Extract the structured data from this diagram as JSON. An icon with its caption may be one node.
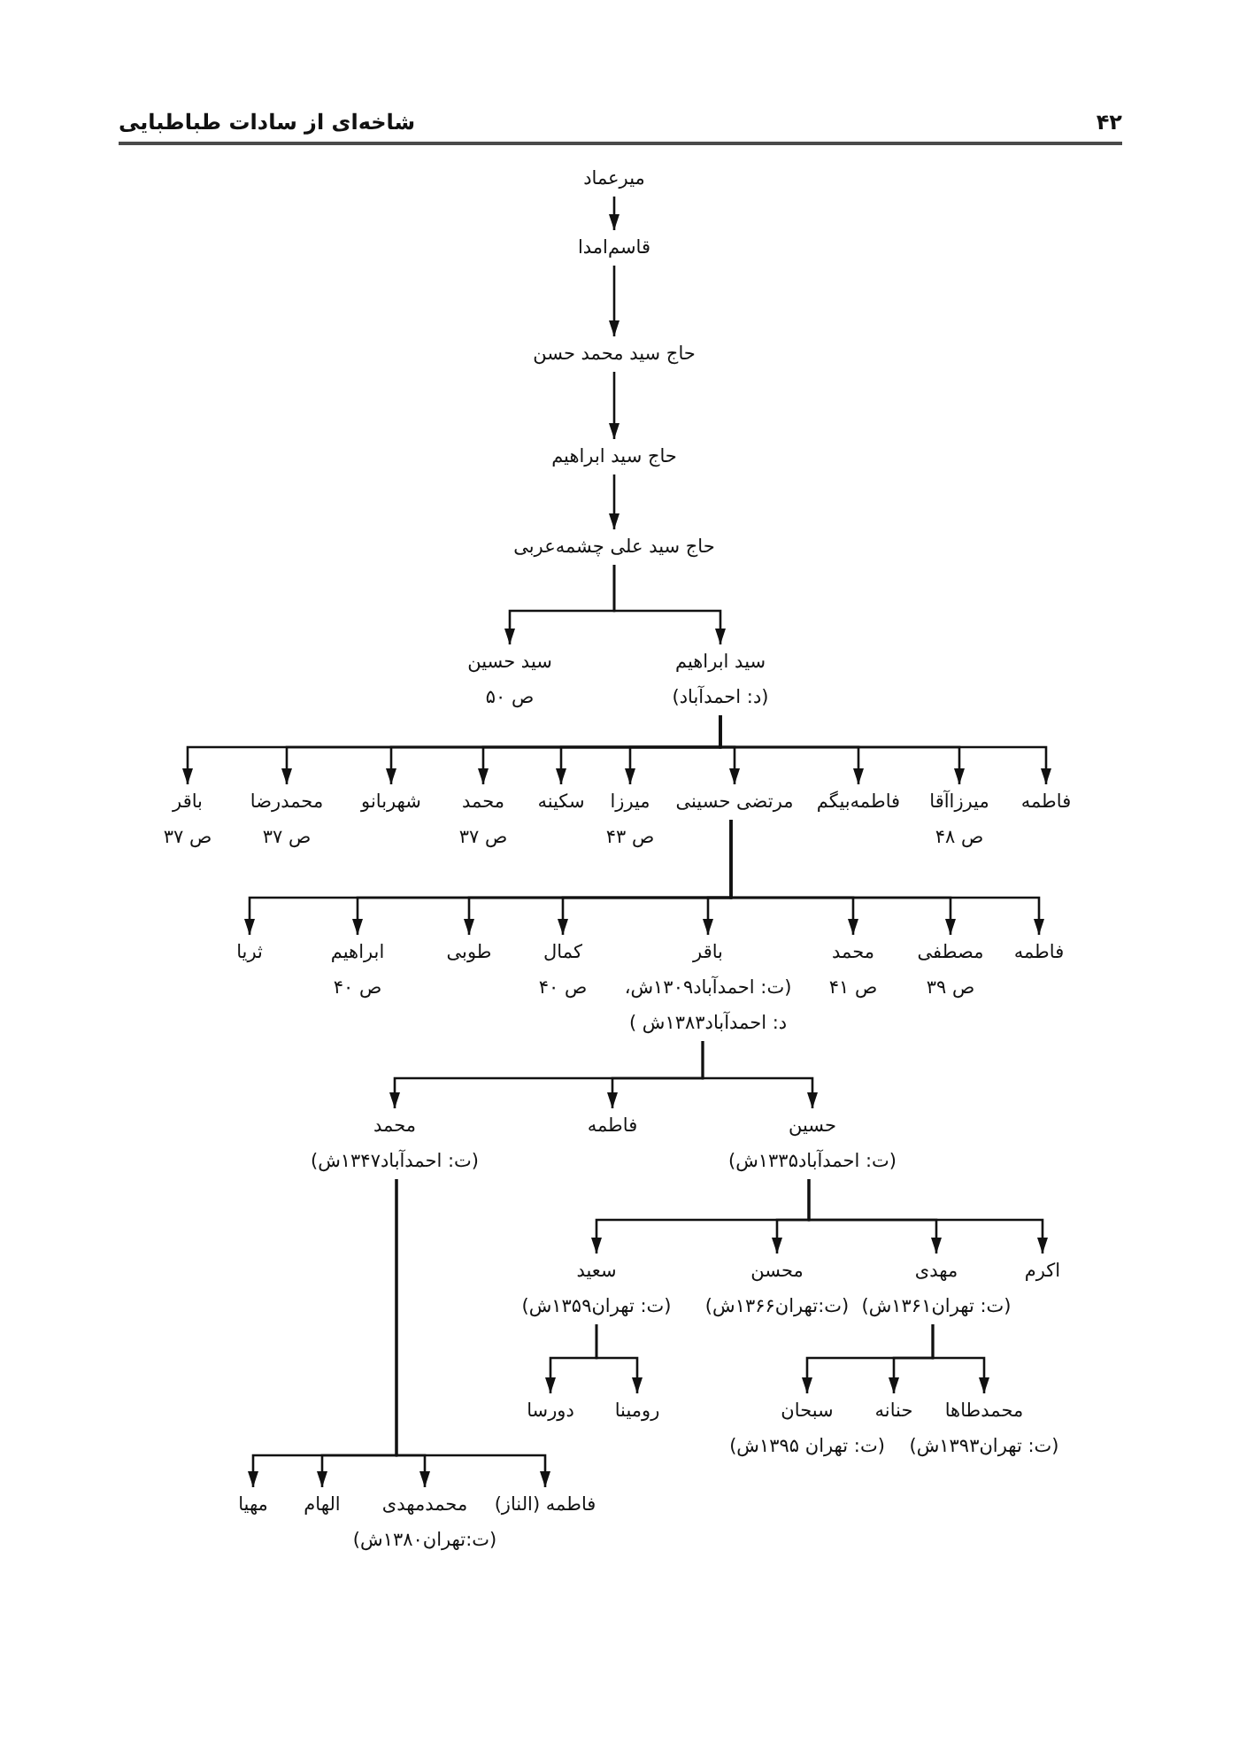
{
  "diagram": {
    "title": "شاخه‌ای از سادات طباطبایی",
    "nodes": [
      {
        "text": [
          "میرعماد"
        ]
      },
      {
        "text": [
          "قاسم‌امدا"
        ]
      },
      {
        "text": [
          "حاج سید محمد حسن"
        ]
      },
      {
        "text": [
          "حاج سید ابراهیم"
        ]
      },
      {
        "text": [
          "حاج سید علی چشمه‌عربی"
        ]
      },
      {
        "text": [
          "سید ابراهیم",
          "(د: احمدآباد)"
        ]
      },
      {
        "text": [
          "سید حسین",
          "ص ۵۰"
        ]
      },
      {
        "text": [
          "فاطمه"
        ]
      },
      {
        "text": [
          "میرزاآقا",
          "ص ۴۸"
        ]
      },
      {
        "text": [
          "فاطمه‌بیگم"
        ]
      },
      {
        "text": [
          "مرتضی حسینی"
        ]
      },
      {
        "text": [
          "میرزا",
          "ص ۴۳"
        ]
      },
      {
        "text": [
          "سکینه"
        ]
      },
      {
        "text": [
          "محمد",
          "ص ۳۷"
        ]
      },
      {
        "text": [
          "شهربانو"
        ]
      },
      {
        "text": [
          "محمدرضا",
          "ص ۳۷"
        ]
      },
      {
        "text": [
          "باقر",
          "ص ۳۷"
        ]
      },
      {
        "text": [
          "فاطمه"
        ]
      },
      {
        "text": [
          "مصطفی",
          "ص ۳۹"
        ]
      },
      {
        "text": [
          "محمد",
          "ص ۴۱"
        ]
      },
      {
        "text": [
          "باقر",
          "(ت: احمدآباد۱۳۰۹ش، د: احمدآباد۱۳۸۳ش )"
        ]
      },
      {
        "text": [
          "کمال",
          "ص ۴۰"
        ]
      },
      {
        "text": [
          "طوبی"
        ]
      },
      {
        "text": [
          "ابراهیم",
          "ص ۴۰"
        ]
      },
      {
        "text": [
          "ثریا"
        ]
      },
      {
        "text": [
          "حسین",
          "(ت: احمدآباد۱۳۳۵ش)"
        ]
      },
      {
        "text": [
          "فاطمه"
        ]
      },
      {
        "text": [
          "محمد",
          "(ت: احمدآباد۱۳۴۷ش)"
        ]
      },
      {
        "text": [
          "اکرم"
        ]
      },
      {
        "text": [
          "مهدی",
          "(ت: تهران۱۳۶۱ش)"
        ]
      },
      {
        "text": [
          "محسن",
          "(ت:تهران۱۳۶۶ش)"
        ]
      },
      {
        "text": [
          "سعید",
          "(ت: تهران۱۳۵۹ش)"
        ]
      },
      {
        "text": [
          "محمدطاها",
          "(ت: تهران۱۳۹۳ش)"
        ]
      },
      {
        "text": [
          "حنانه"
        ]
      },
      {
        "text": [
          "سبحان",
          "(ت: تهران ۱۳۹۵ش)"
        ]
      },
      {
        "text": [
          "رومینا"
        ]
      },
      {
        "text": [
          "دورسا"
        ]
      },
      {
        "text": [
          "فاطمه (الناز)"
        ]
      },
      {
        "text": [
          "محمدمهدی",
          "(ت:تهران۱۳۸۰ش)"
        ]
      },
      {
        "text": [
          "الهام"
        ]
      },
      {
        "text": [
          "مهیا"
        ]
      }
    ],
    "edges": [
      {
        "from": 0,
        "to": 1,
        "arrow": "to"
      },
      {
        "from": 1,
        "to": 2,
        "arrow": "to"
      },
      {
        "from": 2,
        "to": 3,
        "arrow": "to"
      },
      {
        "from": 3,
        "to": 4,
        "arrow": "to"
      },
      {
        "from": 4,
        "to": 5,
        "arrow": "to"
      },
      {
        "from": 4,
        "to": 6,
        "arrow": "to"
      },
      {
        "from": 5,
        "to": 7,
        "arrow": "to"
      },
      {
        "from": 5,
        "to": 8,
        "arrow": "to"
      },
      {
        "from": 5,
        "to": 9,
        "arrow": "to"
      },
      {
        "from": 5,
        "to": 10,
        "arrow": "to"
      },
      {
        "from": 5,
        "to": 11,
        "arrow": "to"
      },
      {
        "from": 5,
        "to": 12,
        "arrow": "to"
      },
      {
        "from": 5,
        "to": 13,
        "arrow": "to"
      },
      {
        "from": 5,
        "to": 14,
        "arrow": "to"
      },
      {
        "from": 5,
        "to": 15,
        "arrow": "to"
      },
      {
        "from": 5,
        "to": 16,
        "arrow": "to"
      },
      {
        "from": 10,
        "to": 17,
        "arrow": "to"
      },
      {
        "from": 10,
        "to": 18,
        "arrow": "to"
      },
      {
        "from": 10,
        "to": 19,
        "arrow": "to"
      },
      {
        "from": 10,
        "to": 20,
        "arrow": "to"
      },
      {
        "from": 10,
        "to": 21,
        "arrow": "to"
      },
      {
        "from": 10,
        "to": 22,
        "arrow": "to"
      },
      {
        "from": 10,
        "to": 23,
        "arrow": "to"
      },
      {
        "from": 10,
        "to": 24,
        "arrow": "to"
      },
      {
        "from": 20,
        "to": 25,
        "arrow": "to"
      },
      {
        "from": 20,
        "to": 26,
        "arrow": "to"
      },
      {
        "from": 20,
        "to": 27,
        "arrow": "to"
      },
      {
        "from": 25,
        "to": 28,
        "arrow": "to"
      },
      {
        "from": 25,
        "to": 29,
        "arrow": "to"
      },
      {
        "from": 25,
        "to": 30,
        "arrow": "to"
      },
      {
        "from": 25,
        "to": 31,
        "arrow": "to"
      },
      {
        "from": 29,
        "to": 32,
        "arrow": "to"
      },
      {
        "from": 29,
        "to": 33,
        "arrow": "to"
      },
      {
        "from": 29,
        "to": 34,
        "arrow": "to"
      },
      {
        "from": 31,
        "to": 35,
        "arrow": "to"
      },
      {
        "from": 31,
        "to": 36,
        "arrow": "to"
      },
      {
        "from": 27,
        "to": 37,
        "arrow": "to"
      },
      {
        "from": 27,
        "to": 38,
        "arrow": "to"
      },
      {
        "from": 27,
        "to": 39,
        "arrow": "to"
      },
      {
        "from": 27,
        "to": 40,
        "arrow": "to"
      }
    ],
    "labels": [
      "۴۲"
    ]
  }
}
